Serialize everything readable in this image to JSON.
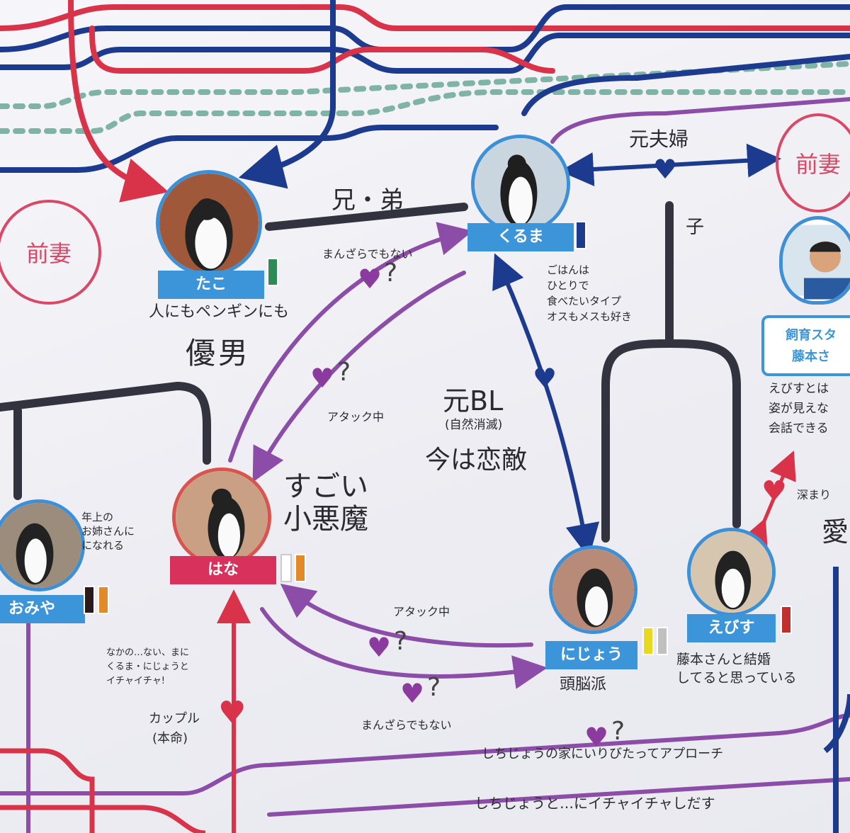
{
  "colors": {
    "red": "#d9334a",
    "navy": "#1d3b8e",
    "purple": "#8b4da8",
    "dark": "#33333f",
    "teal": "#7fb3a5",
    "tagBlue": "#3d95d9",
    "tagPink": "#d8325c"
  },
  "penguins": {
    "tako": {
      "name": "たこ",
      "note": "人にもペンギンにも",
      "note2": "優男",
      "colors": [
        "#2e8b57"
      ]
    },
    "kuruma": {
      "name": "くるま",
      "note": "ごはんは\nひとりで\n食べたいタイプ\nオスもメスも好き",
      "colors": [
        "#1d3b8e"
      ]
    },
    "hana": {
      "name": "はな",
      "note": "すごい\n小悪魔",
      "colors": [
        "#ffffff",
        "#e08a2a"
      ]
    },
    "omiya": {
      "name": "おみや",
      "note": "年上の\nお姉さんに\nになれる",
      "colors": [
        "#2a1a1a",
        "#e08a2a"
      ]
    },
    "nijou": {
      "name": "にじょう",
      "note": "頭脳派",
      "colors": [
        "#e8d820",
        "#c0c0c0"
      ]
    },
    "ebisu": {
      "name": "えびす",
      "note": "藤本さんと結婚\nしてると思っている",
      "colors": [
        "#c03030"
      ]
    },
    "staff": {
      "name": "飼育スタ\n藤本さ",
      "note": "えびすとは\n姿が見えな\n会話できる"
    }
  },
  "relations": {
    "brothers": "兄・弟",
    "ex_couple": "元夫婦",
    "child": "子",
    "ex_wife_left": "前妻",
    "ex_wife_right": "前妻",
    "not_bad_1": "まんざらでもない",
    "attacking_1": "アタック中",
    "ex_bl": "元BL",
    "ex_bl_sub": "(自然消滅)",
    "rivals": "今は恋敵",
    "attacking_2": "アタック中",
    "not_bad_2": "まんざらでもない",
    "couple": "カップル",
    "couple_sub": "(本命)",
    "flirt_note": "なかの…ない、まに\nくるま・にじょうと\nイチャイチャ!",
    "deep_love": "深まり",
    "love_char": "愛",
    "approach": "しちじょうの家にいりびたってアプローチ",
    "bottom": "しちじょうと…にイチャイチャしだす",
    "question": "?"
  }
}
